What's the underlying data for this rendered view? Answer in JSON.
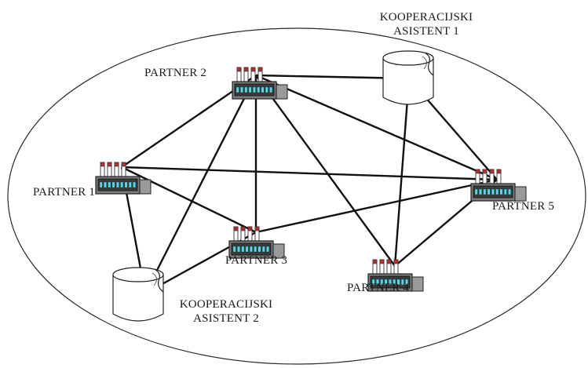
{
  "partners": {
    "p1": "PARTNER 1",
    "p2": "PARTNER 2",
    "p3": "PARTNER 3",
    "p4": "PARTNER 4",
    "p5": "PARTNER 5"
  },
  "assistants": {
    "a1": {
      "line1": "KOOPERACIJSKI",
      "line2": "ASISTENT 1"
    },
    "a2": {
      "line1": "KOOPERACIJSKI",
      "line2": "ASISTENT 2"
    }
  },
  "connections": [
    [
      "p2",
      "p1"
    ],
    [
      "p2",
      "a1"
    ],
    [
      "p2",
      "p5"
    ],
    [
      "p2",
      "p3"
    ],
    [
      "p2",
      "p4"
    ],
    [
      "p2",
      "a2"
    ],
    [
      "p1",
      "p5"
    ],
    [
      "p1",
      "p3"
    ],
    [
      "p1",
      "a2"
    ],
    [
      "p3",
      "p5"
    ],
    [
      "p3",
      "a2"
    ],
    [
      "p4",
      "p5"
    ],
    [
      "p4",
      "a1"
    ],
    [
      "a1",
      "p5"
    ]
  ]
}
